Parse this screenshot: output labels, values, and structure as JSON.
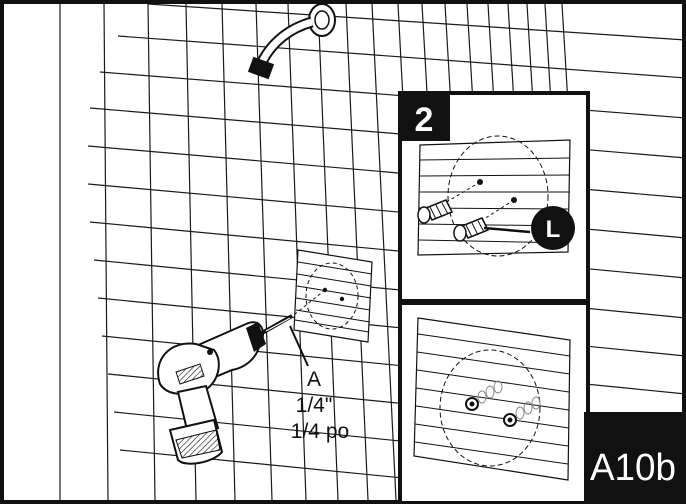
{
  "part_callout": {
    "letter": "A",
    "size_imperial": "1/4\"",
    "size_french": "1/4 po"
  },
  "step_panel": {
    "number": "2",
    "anchor_letter": "L"
  },
  "figure_id": "A10b",
  "colors": {
    "ink": "#111111",
    "paper": "#ffffff",
    "grid_line": "#1a1a1a"
  }
}
